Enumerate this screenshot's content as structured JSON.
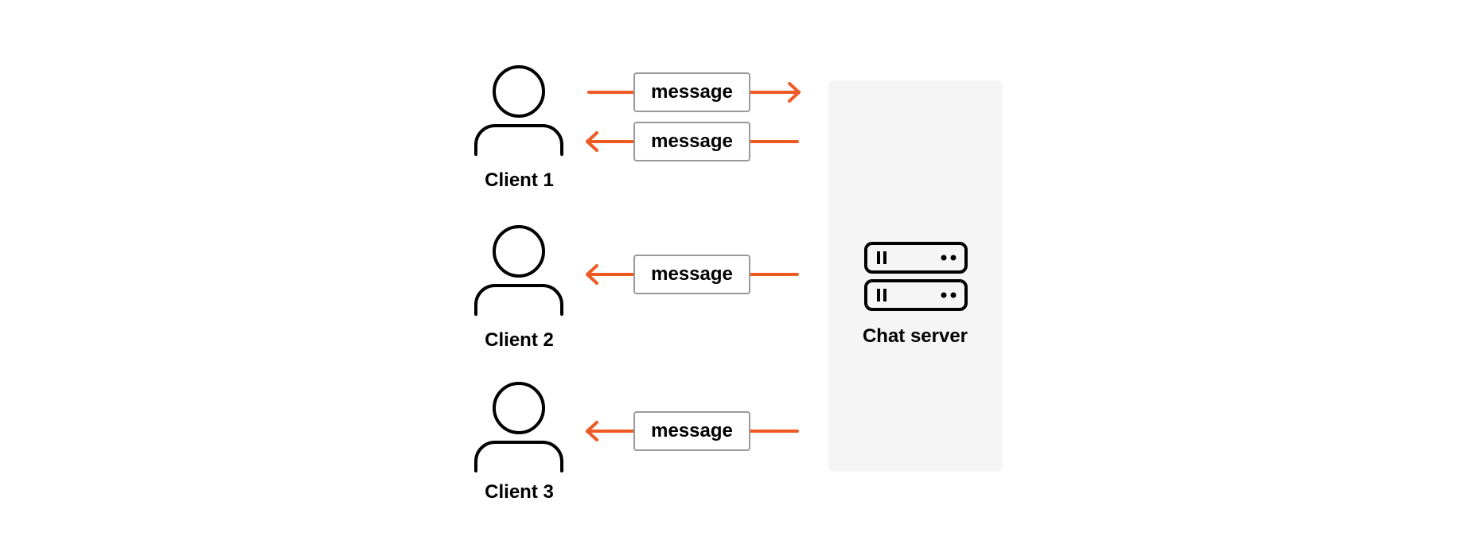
{
  "colors": {
    "arrow": "#EE5A24",
    "box_border": "#9a9a9a",
    "server_panel": "#f5f5f5",
    "icon_stroke": "#000000"
  },
  "clients": [
    {
      "label": "Client 1",
      "icon": "person-icon"
    },
    {
      "label": "Client 2",
      "icon": "person-icon"
    },
    {
      "label": "Client 3",
      "icon": "person-icon"
    }
  ],
  "messages": [
    {
      "label": "message",
      "direction": "to-server",
      "client": "Client 1"
    },
    {
      "label": "message",
      "direction": "to-client",
      "client": "Client 1"
    },
    {
      "label": "message",
      "direction": "to-client",
      "client": "Client 2"
    },
    {
      "label": "message",
      "direction": "to-client",
      "client": "Client 3"
    }
  ],
  "server": {
    "label": "Chat server",
    "icon": "server-icon"
  }
}
